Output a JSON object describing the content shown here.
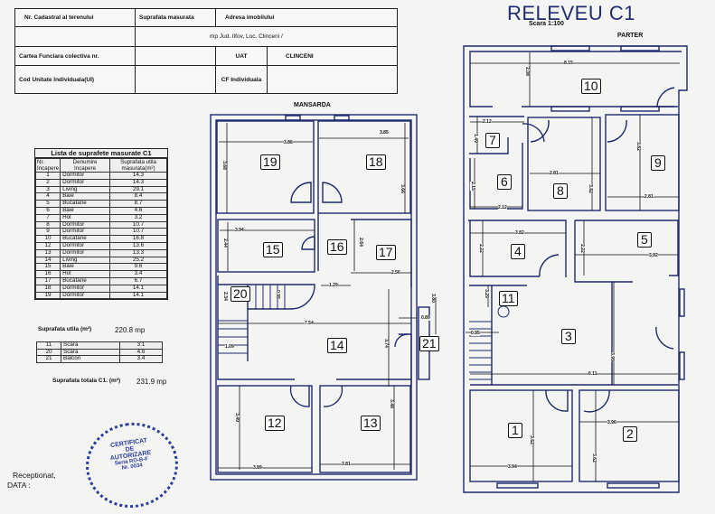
{
  "header_table": {
    "col1_header": "Nr. Cadastral al terenului",
    "col2_header": "Suprafata masurata",
    "col3_header": "Adresa imobilului",
    "address_value": "mp Jud. Ilfov, Loc. Clinceni /",
    "cf_collectiva_label": "Cartea Funciara colectiva nr.",
    "uat_label": "UAT",
    "uat_value": "CLINCENI",
    "cod_ui_label": "Cod Unitate Individuala(UI)",
    "cf_individuala_label": "CF Individuala"
  },
  "title": {
    "main": "RELEVEU C1",
    "scale": "Scara 1:100"
  },
  "area_list": {
    "title": "Lista de suprafete masurate C1",
    "headers": [
      "Nr. Incapere",
      "Denumire Incapere",
      "Suprafata utila masurata(m²)"
    ],
    "rows": [
      {
        "nr": "1",
        "name": "Dormitor",
        "area": "14.3"
      },
      {
        "nr": "2",
        "name": "Dormitor",
        "area": "14.3"
      },
      {
        "nr": "3",
        "name": "Living",
        "area": "29.1"
      },
      {
        "nr": "4",
        "name": "Baie",
        "area": "8.4"
      },
      {
        "nr": "5",
        "name": "Bucatarie",
        "area": "8.7"
      },
      {
        "nr": "6",
        "name": "Baie",
        "area": "4.6"
      },
      {
        "nr": "7",
        "name": "Hol",
        "area": "3.2"
      },
      {
        "nr": "8",
        "name": "Dormitor",
        "area": "10.7"
      },
      {
        "nr": "9",
        "name": "Dormitor",
        "area": "10.7"
      },
      {
        "nr": "10",
        "name": "Bucatarie",
        "area": "16.8"
      },
      {
        "nr": "12",
        "name": "Dormitor",
        "area": "13.6"
      },
      {
        "nr": "13",
        "name": "Dormitor",
        "area": "13.3"
      },
      {
        "nr": "14",
        "name": "Living",
        "area": "25.2"
      },
      {
        "nr": "15",
        "name": "Baie",
        "area": "9.6"
      },
      {
        "nr": "16",
        "name": "Hol",
        "area": "3.4"
      },
      {
        "nr": "17",
        "name": "Bucatarie",
        "area": "6.7"
      },
      {
        "nr": "18",
        "name": "Dormitor",
        "area": "14.1"
      },
      {
        "nr": "19",
        "name": "Dormitor",
        "area": "14.1"
      }
    ],
    "useful_label": "Suprafata utila (m²)",
    "useful_value": "220.8 mp",
    "extra_rows": [
      {
        "nr": "11",
        "name": "Scara",
        "area": "3.1"
      },
      {
        "nr": "20",
        "name": "Scara",
        "area": "4.6"
      },
      {
        "nr": "21",
        "name": "Balcon",
        "area": "3.4"
      }
    ],
    "total_label": "Suprafata totala C1. (m²)",
    "total_value": "231.9 mp"
  },
  "reception": {
    "label": "Receptionat,",
    "date_label": "DATA :"
  },
  "stamp": {
    "line1": "CERTIFICAT",
    "line2": "DE",
    "line3": "AUTORIZARE",
    "line4": "Seria RO-B-F",
    "line5": "Nr. 0034"
  },
  "mansarda": {
    "title": "MANSARDA",
    "rooms": {
      "r19": "19",
      "r18": "18",
      "r15": "15",
      "r16": "16",
      "r17": "17",
      "r20": "20",
      "r14": "14",
      "r21": "21",
      "r12": "12",
      "r13": "13"
    },
    "dims": {
      "d19w": "3.86",
      "d19h": "3.68",
      "d18w": "3.85",
      "d18h": "3.66",
      "d15w": "3.94",
      "d15h": "2.44",
      "d17h": "2.64",
      "d17w": "2.56",
      "d129": "1.29",
      "d20h": "2.34",
      "d20s": "0.95",
      "d109": "1.09",
      "d754": "7.54",
      "d374": "3.74",
      "d089": "0.89",
      "d380": "3.80",
      "d12h": "3.49",
      "d12w": "3.89",
      "d13h": "3.48",
      "d13w": "3.81"
    }
  },
  "parter": {
    "title": "PARTER",
    "rooms": {
      "r10": "10",
      "r7": "7",
      "r6": "6",
      "r8": "8",
      "r9": "9",
      "r4": "4",
      "r5": "5",
      "r11": "11",
      "r3": "3",
      "r1": "1",
      "r2": "2"
    },
    "dims": {
      "d10w": "8.15",
      "d10h": "2.08",
      "d7w": "2.12",
      "d7h": "1.49",
      "d6h": "2.15",
      "d6w": "2.12",
      "d8w": "2.81",
      "d8h": "3.82",
      "d9h": "3.82",
      "d9w": "2.81",
      "d4w": "3.82",
      "d4h": "2.22",
      "d5h": "2.22",
      "d5w": "3.92",
      "d11h": "3.29",
      "d095": "0.95",
      "d3h": "3.99",
      "d611": "6.11",
      "d1h": "3.62",
      "d1w": "3.94",
      "d2w": "3.96",
      "d2h": "3.62"
    }
  }
}
